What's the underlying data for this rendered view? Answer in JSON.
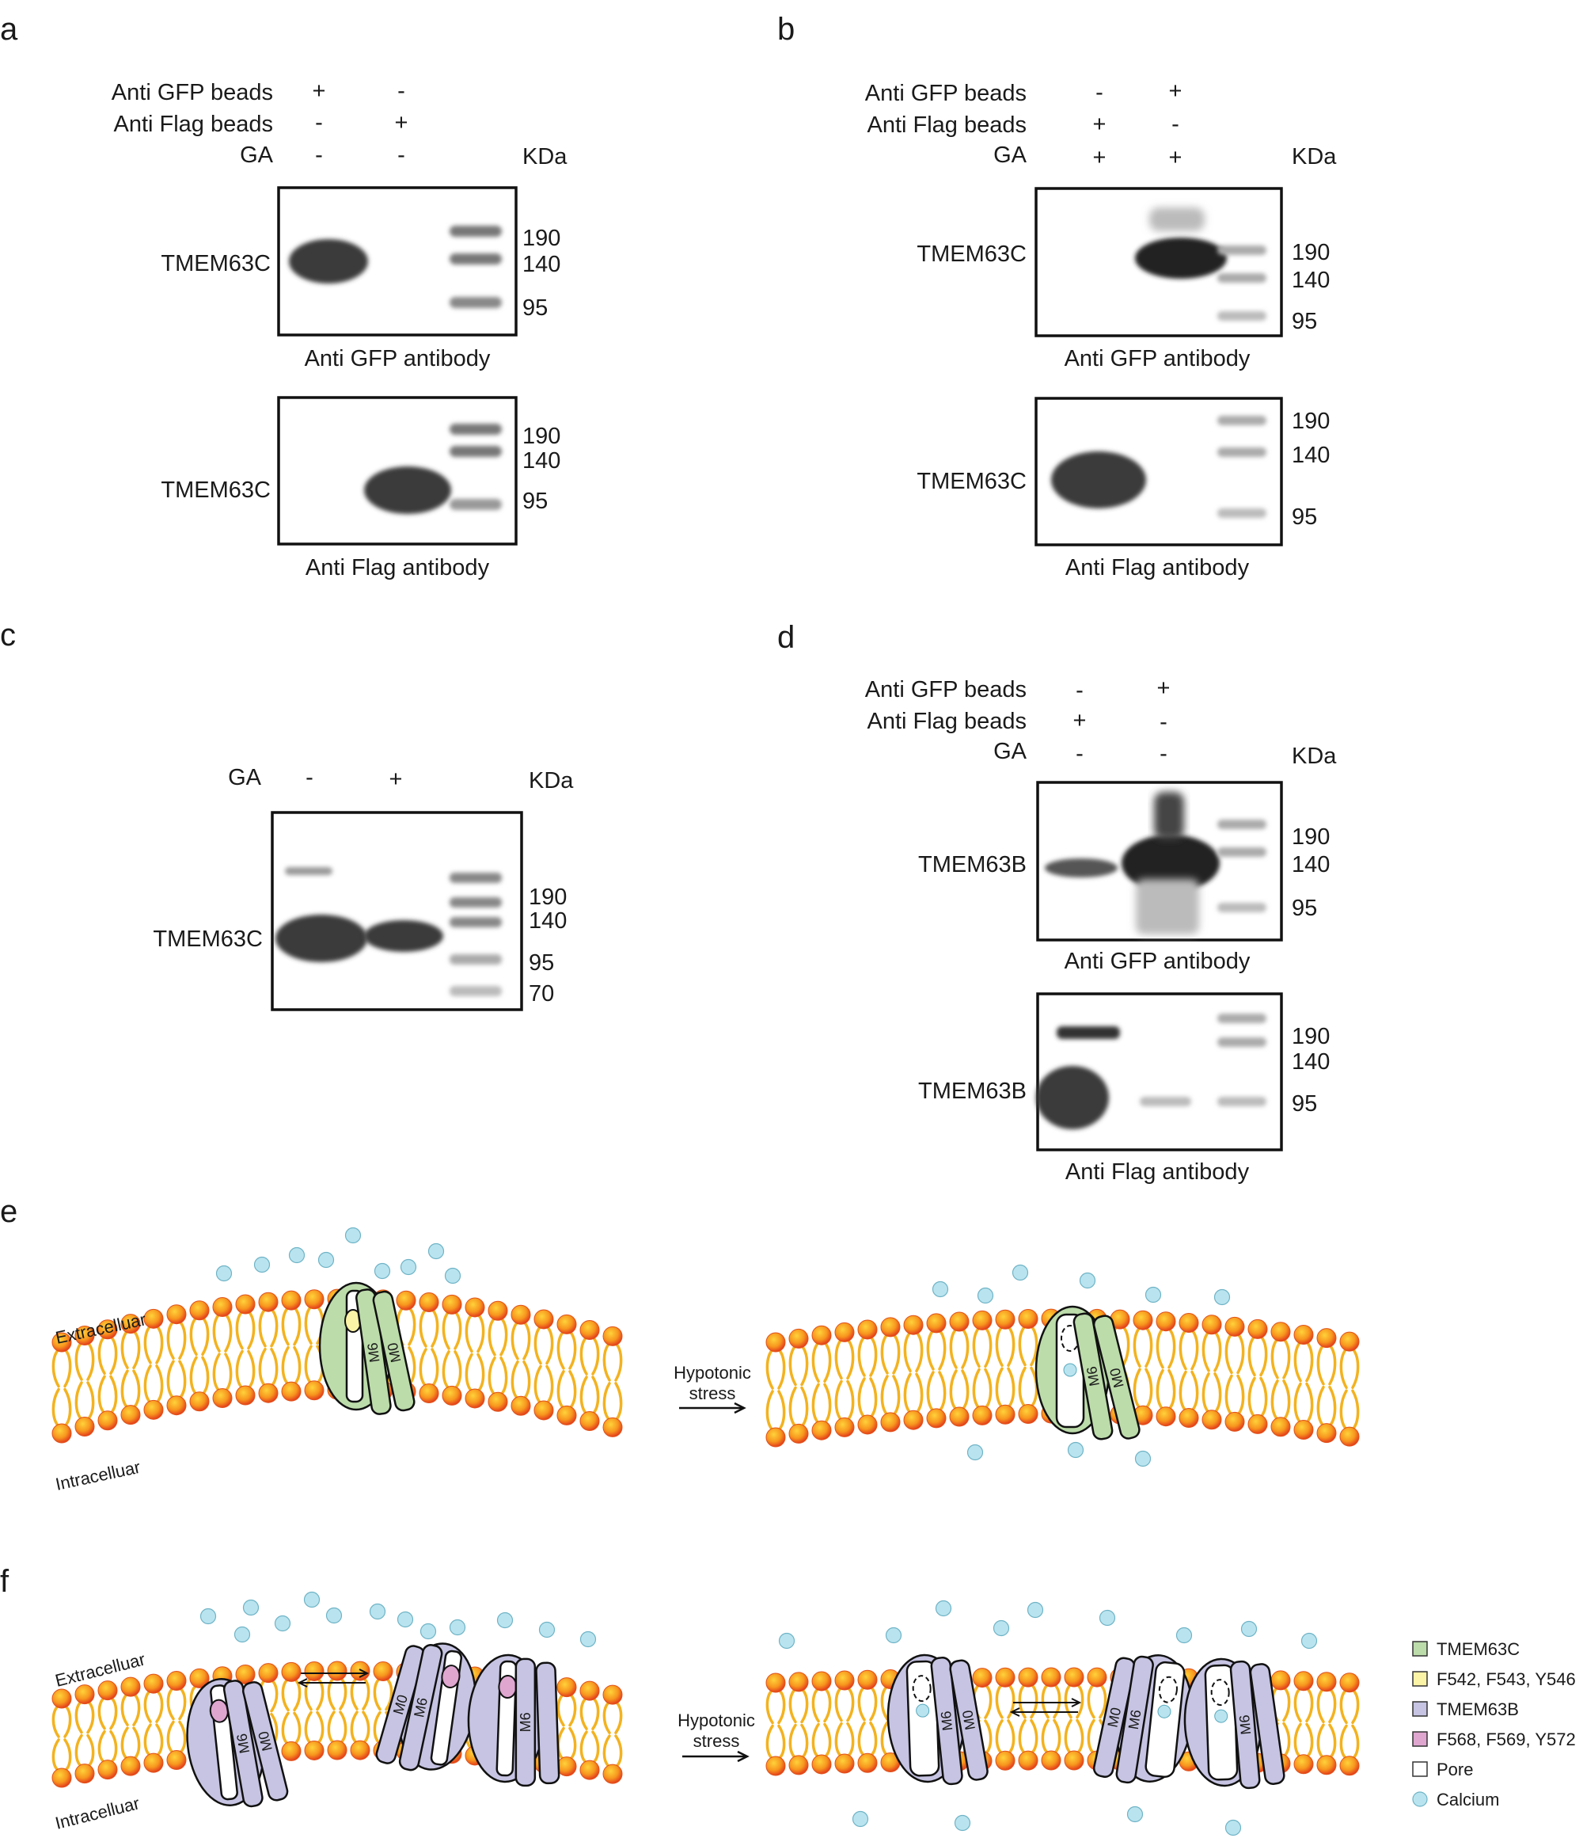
{
  "colors": {
    "tmem63c": "#bcdcaa",
    "tmem63b": "#c6c4e2",
    "tmem63c_residue": "#fbf3a6",
    "tmem63b_residue": "#dfa6d0",
    "pore": "#ffffff",
    "calcium": "#b9e4ef",
    "lipid_head": "#f57c20",
    "lipid_tail": "#f3b21f",
    "band": "#444444"
  },
  "panels": {
    "a": {
      "letter": "a",
      "row_labels": [
        "Anti GFP beads",
        "Anti Flag beads",
        "GA"
      ],
      "row_values": [
        [
          "+",
          "-"
        ],
        [
          "-",
          "+"
        ],
        [
          "-",
          "-"
        ]
      ],
      "kda": "KDa",
      "blots": [
        {
          "protein": "TMEM63C",
          "antibody": "Anti GFP antibody",
          "markers": [
            "190",
            "140",
            "95"
          ]
        },
        {
          "protein": "TMEM63C",
          "antibody": "Anti Flag antibody",
          "markers": [
            "190",
            "140",
            "95"
          ]
        }
      ]
    },
    "b": {
      "letter": "b",
      "row_labels": [
        "Anti GFP beads",
        "Anti Flag beads",
        "GA"
      ],
      "row_values": [
        [
          "-",
          "+"
        ],
        [
          "+",
          "-"
        ],
        [
          "+",
          "+"
        ]
      ],
      "kda": "KDa",
      "blots": [
        {
          "protein": "TMEM63C",
          "antibody": "Anti GFP antibody",
          "markers": [
            "190",
            "140",
            "95"
          ]
        },
        {
          "protein": "TMEM63C",
          "antibody": "Anti Flag antibody",
          "markers": [
            "190",
            "140",
            "95"
          ]
        }
      ]
    },
    "c": {
      "letter": "c",
      "row_labels": [
        "GA"
      ],
      "row_values": [
        [
          "-",
          "+"
        ]
      ],
      "kda": "KDa",
      "blots": [
        {
          "protein": "TMEM63C",
          "markers": [
            "190",
            "140",
            "95",
            "70"
          ]
        }
      ]
    },
    "d": {
      "letter": "d",
      "row_labels": [
        "Anti GFP beads",
        "Anti Flag beads",
        "GA"
      ],
      "row_values": [
        [
          "-",
          "+"
        ],
        [
          "+",
          "-"
        ],
        [
          "-",
          "-"
        ]
      ],
      "kda": "KDa",
      "blots": [
        {
          "protein": "TMEM63B",
          "antibody": "Anti GFP antibody",
          "markers": [
            "190",
            "140",
            "95"
          ]
        },
        {
          "protein": "TMEM63B",
          "antibody": "Anti Flag antibody",
          "markers": [
            "190",
            "140",
            "95"
          ]
        }
      ]
    },
    "e": {
      "letter": "e",
      "extracellular": "Extracelluar",
      "intracellular": "Intracelluar",
      "arrow_line1": "Hypotonic",
      "arrow_line2": "stress",
      "helix_m6": "M6",
      "helix_m0": "M0"
    },
    "f": {
      "letter": "f",
      "extracellular": "Extracelluar",
      "intracellular": "Intracelluar",
      "arrow_line1": "Hypotonic",
      "arrow_line2": "stress",
      "helix_m6": "M6",
      "helix_m0": "M0"
    }
  },
  "legend": [
    {
      "label": "TMEM63C",
      "swatch": "tmem63c"
    },
    {
      "label": "F542, F543, Y546",
      "swatch": "tmem63c_residue"
    },
    {
      "label": "TMEM63B",
      "swatch": "tmem63b"
    },
    {
      "label": "F568, F569, Y572",
      "swatch": "tmem63b_residue"
    },
    {
      "label": "Pore",
      "swatch": "pore"
    },
    {
      "label": "Calcium",
      "swatch": "calcium",
      "round": true
    }
  ]
}
